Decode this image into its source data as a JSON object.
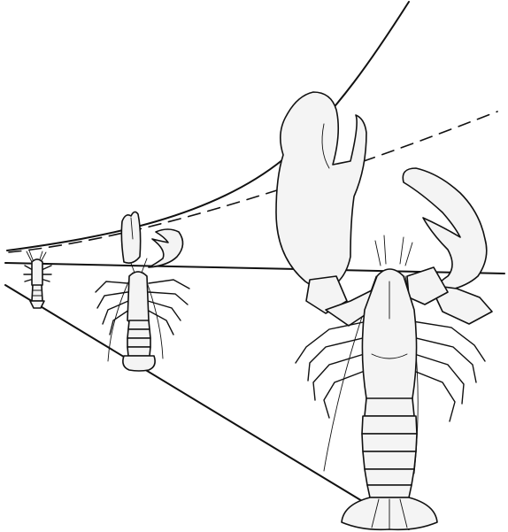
{
  "figure": {
    "description_free": true,
    "subjects": [
      "small-crayfish",
      "medium-crayfish",
      "large-crayfish"
    ],
    "guide_lines": [
      "upper-curve",
      "dashed-line",
      "horizontal-line",
      "lower-line"
    ],
    "colors": {
      "ink": "#111111",
      "paper": "#ffffff",
      "shell": "#f4f4f4"
    }
  }
}
